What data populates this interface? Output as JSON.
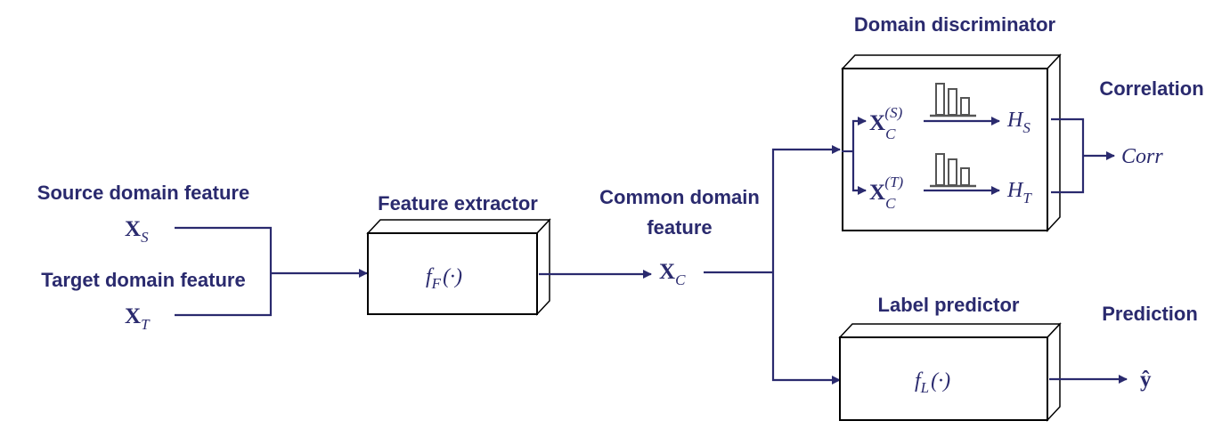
{
  "labels": {
    "source_title": "Source domain feature",
    "target_title": "Target domain feature",
    "extractor_title": "Feature extractor",
    "common_title_line1": "Common domain",
    "common_title_line2": "feature",
    "discriminator_title": "Domain discriminator",
    "correlation_title": "Correlation",
    "predictor_title": "Label predictor",
    "prediction_title": "Prediction"
  },
  "math": {
    "xs": {
      "base": "X",
      "sub": "S"
    },
    "xt": {
      "base": "X",
      "sub": "T"
    },
    "xc": {
      "base": "X",
      "sub": "C"
    },
    "extractor_fn": {
      "base": "f",
      "sub": "F",
      "arg": "(·)"
    },
    "predictor_fn": {
      "base": "f",
      "sub": "L",
      "arg": "(·)"
    },
    "xcs": {
      "base": "X",
      "sub": "C",
      "sup": "(S)"
    },
    "xct": {
      "base": "X",
      "sub": "C",
      "sup": "(T)"
    },
    "hs": {
      "base": "H",
      "sub": "S"
    },
    "ht": {
      "base": "H",
      "sub": "T"
    },
    "corr": "Corr",
    "yhat": "ŷ"
  }
}
